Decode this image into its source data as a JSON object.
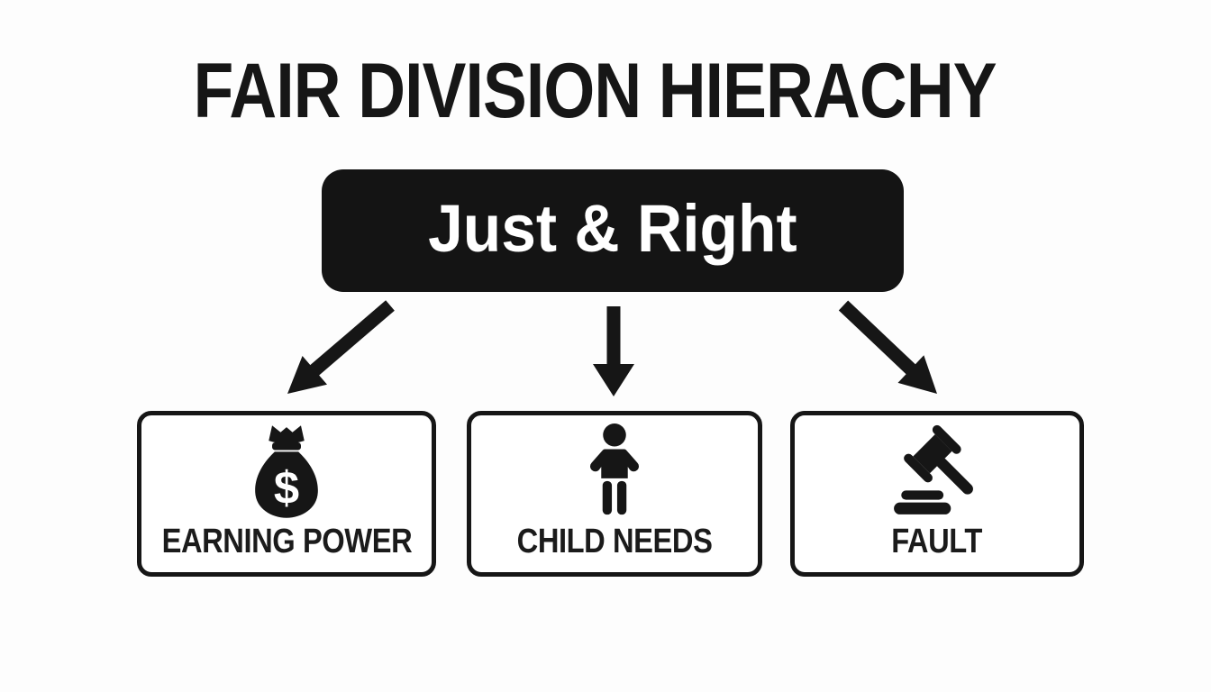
{
  "diagram": {
    "title": "FAIR DIVISION HIERACHY",
    "root": {
      "label": "Just & Right"
    },
    "children": [
      {
        "label": "EARNING POWER",
        "icon": "money-bag-icon"
      },
      {
        "label": "CHILD NEEDS",
        "icon": "child-icon"
      },
      {
        "label": "FAULT",
        "icon": "gavel-icon"
      }
    ],
    "colors": {
      "ink": "#161616",
      "background": "#fdfdfd",
      "root_background": "#141414",
      "root_text": "#ffffff"
    }
  }
}
